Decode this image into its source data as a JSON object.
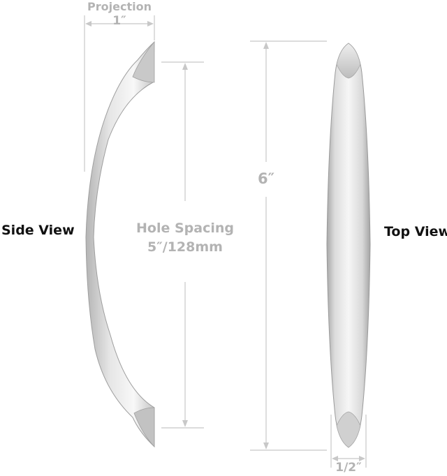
{
  "labels": {
    "projection_title": "Projection",
    "projection_value": "1″",
    "side_view": "Side View",
    "top_view": "Top View",
    "hole_spacing_title": "Hole Spacing",
    "hole_spacing_value": "5″/128mm",
    "length_value": "6″",
    "width_value": "1/2″"
  },
  "colors": {
    "dimension_line": "#c8c8c8",
    "dimension_text": "#b3b3b3",
    "view_label": "#111111",
    "metal_light": "#f4f4f4",
    "metal_mid": "#d6d6d6",
    "metal_dark": "#a9a9a9"
  }
}
